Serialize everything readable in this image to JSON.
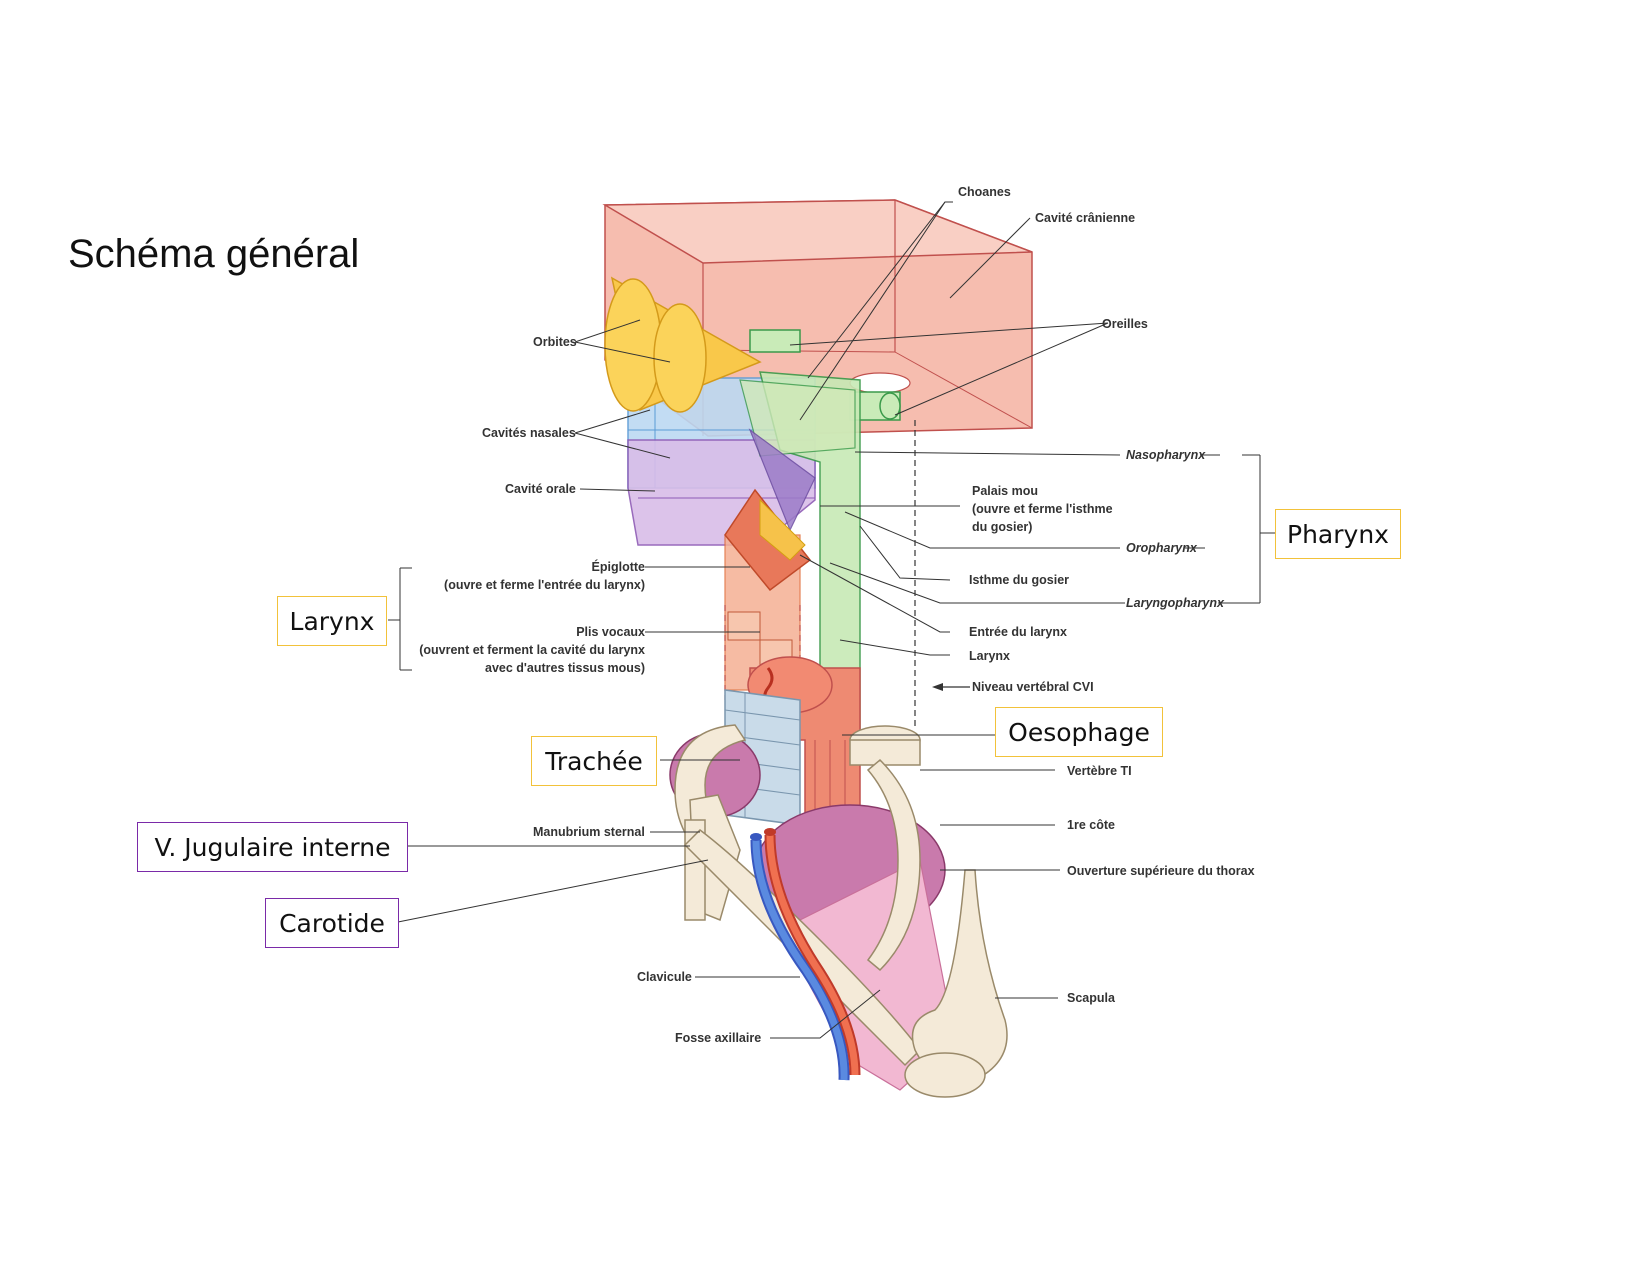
{
  "page": {
    "title": "Schéma général"
  },
  "diagram_labels": {
    "choanes": "Choanes",
    "cavite_cranienne": "Cavité crânienne",
    "orbites": "Orbites",
    "oreilles": "Oreilles",
    "cavites_nasales": "Cavités nasales",
    "cavite_orale": "Cavité orale",
    "nasopharynx": "Nasopharynx",
    "palais_mou": [
      "Palais mou",
      "(ouvre et ferme l'isthme",
      "du gosier)"
    ],
    "oropharynx": "Oropharynx",
    "epiglotte": [
      "Épiglotte",
      "(ouvre et ferme l'entrée du larynx)"
    ],
    "isthme_du_gosier": "Isthme du gosier",
    "laryngopharynx": "Laryngopharynx",
    "plis_vocaux": [
      "Plis vocaux",
      "(ouvrent et ferment la cavité du larynx",
      "avec d'autres tissus mous)"
    ],
    "entree_du_larynx": "Entrée du larynx",
    "larynx_small": "Larynx",
    "niveau_vertebral": "Niveau vertébral CVI",
    "vertebre_ti": "Vertèbre TI",
    "manubrium": "Manubrium sternal",
    "premiere_cote": "1re côte",
    "ouverture_thorax": "Ouverture supérieure du thorax",
    "clavicule": "Clavicule",
    "scapula": "Scapula",
    "fosse_axillaire": "Fosse axillaire"
  },
  "callouts": {
    "pharynx": "Pharynx",
    "larynx": "Larynx",
    "oesophage": "Oesophage",
    "trachee": "Trachée",
    "jugulaire": "V. Jugulaire interne",
    "carotide": "Carotide"
  },
  "colors": {
    "callout_yellow": "#f2c23a",
    "callout_purple": "#7a2aa8",
    "cranial": "#f4b4a4",
    "nasal": "#b8d8f4",
    "oral": "#d8bce8",
    "pharynx_green": "#c4e8b4",
    "orbits": "#f8c040",
    "larynx": "#f4a888",
    "esophagus": "#f08870",
    "thorax": "#c86098",
    "bone": "#f4ead8",
    "vein": "#4878d8",
    "artery": "#e85848"
  }
}
